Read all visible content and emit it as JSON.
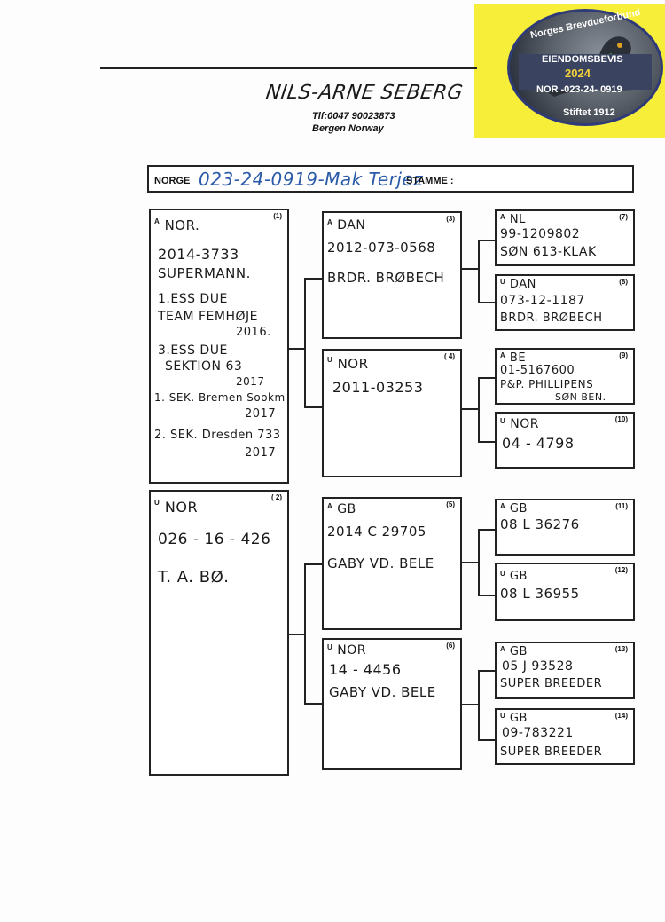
{
  "stamp": {
    "arc_top": "Norges Brevdueforbund",
    "title": "EIENDOMSBEVIS",
    "year": "2024",
    "ring": "NOR -023-24- 0919",
    "arc_bottom": "Stiftet 1912"
  },
  "owner": {
    "name": "NILS-ARNE SEBERG",
    "phone": "Tlf:0047 90023873",
    "city": "Bergen Norway"
  },
  "header": {
    "country_label": "NORGE",
    "ring_number": "023-24-0919-Mak Terjez",
    "strain_label": "STAMME :"
  },
  "pedigree": {
    "b1": {
      "num": "(1)",
      "sex": "A",
      "lines": [
        "NOR.",
        "2014-3733",
        "SUPERMANN.",
        "1.ESS DUE",
        "TEAM FEMHØJE",
        "2016.",
        "3.ESS DUE",
        "SEKTION 63",
        "2017",
        "1. SEK. Bremen Sookm",
        "2017",
        "2. SEK. Dresden 733",
        "2017"
      ]
    },
    "b2": {
      "num": "( 2)",
      "sex": "U",
      "lines": [
        "NOR",
        "026 - 16 - 426",
        "T. A. BØ."
      ]
    },
    "b3": {
      "num": "(3)",
      "sex": "A",
      "lines": [
        "DAN",
        "2012-073-0568",
        "BRDR. BRØBECH"
      ]
    },
    "b4": {
      "num": "( 4)",
      "sex": "U",
      "lines": [
        "NOR",
        "2011-03253"
      ]
    },
    "b5": {
      "num": "(5)",
      "sex": "A",
      "lines": [
        "GB",
        "2014 C 29705",
        "GABY VD. BELE"
      ]
    },
    "b6": {
      "num": "(6)",
      "sex": "U",
      "lines": [
        "NOR",
        "14 - 4456",
        "GABY VD. BELE"
      ]
    },
    "b7": {
      "num": "(7)",
      "sex": "A",
      "lines": [
        "NL",
        "99-1209802",
        "SØN 613-KLAK"
      ]
    },
    "b8": {
      "num": "(8)",
      "sex": "U",
      "lines": [
        "DAN",
        "073-12-1187",
        "BRDR. BRØBECH"
      ]
    },
    "b9": {
      "num": "(9)",
      "sex": "A",
      "lines": [
        "BE",
        "01-5167600",
        "P&P. PHILLIPENS",
        "SØN BEN."
      ]
    },
    "b10": {
      "num": "(10)",
      "sex": "U",
      "lines": [
        "NOR",
        "04 - 4798"
      ]
    },
    "b11": {
      "num": "(11)",
      "sex": "A",
      "lines": [
        "GB",
        "08 L 36276"
      ]
    },
    "b12": {
      "num": "(12)",
      "sex": "U",
      "lines": [
        "GB",
        "08 L 36955"
      ]
    },
    "b13": {
      "num": "(13)",
      "sex": "A",
      "lines": [
        "GB",
        "05 J 93528",
        "SUPER BREEDER"
      ]
    },
    "b14": {
      "num": "(14)",
      "sex": "U",
      "lines": [
        "GB",
        "09-783221",
        "SUPER BREEDER"
      ]
    }
  }
}
